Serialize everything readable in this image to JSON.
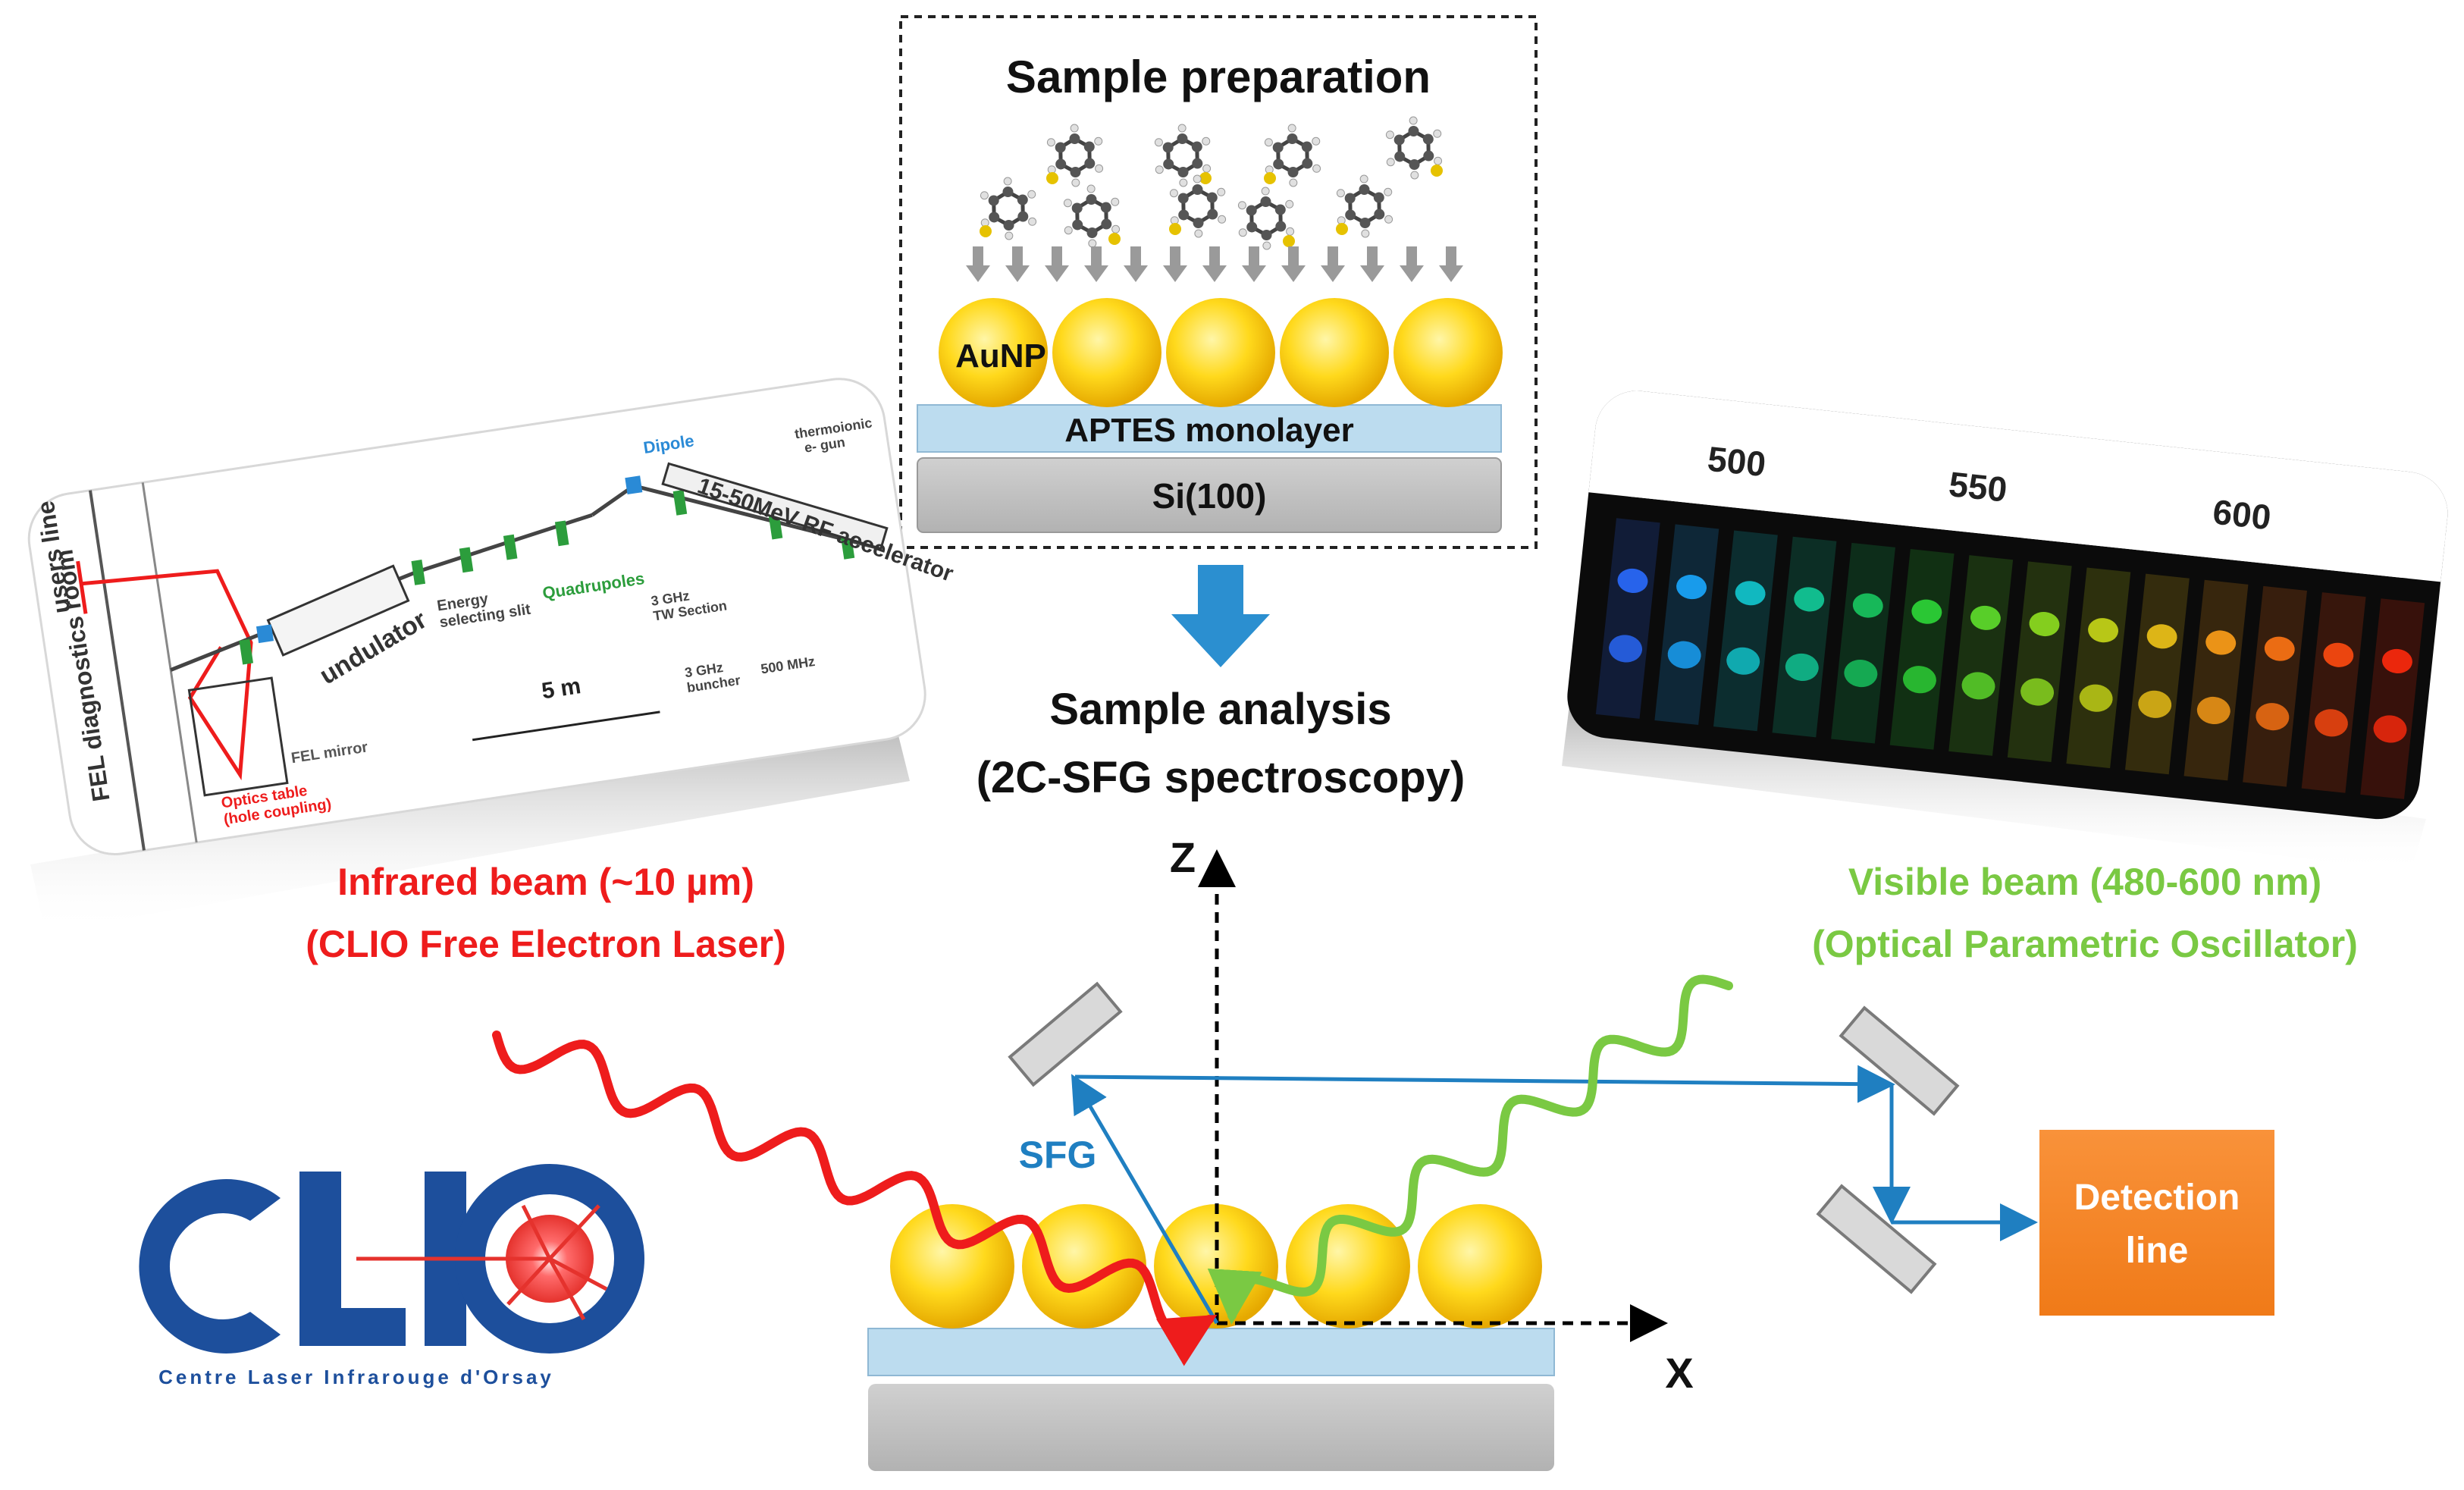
{
  "colors": {
    "infrared": "#ee1c1c",
    "visible": "#7ac943",
    "beam_path": "#1f7fc1",
    "gold": "#ffd21a",
    "aptes": "#bcdcef",
    "silicon": "#bfbfbf",
    "detection": "#f58220",
    "arrow": "#2b8fd0",
    "clio_blue": "#1d4f9c",
    "clio_red": "#e5322d"
  },
  "sample_prep": {
    "title": "Sample preparation",
    "aunp_label": "AuNP",
    "aptes_label": "APTES monolayer",
    "si_label": "Si(100)"
  },
  "analysis": {
    "line1": "Sample analysis",
    "line2": "(2C-SFG spectroscopy)"
  },
  "fel_schematic": {
    "labels": {
      "users_line": "users line",
      "fel_room": "FEL diagnostics room",
      "undulator": "undulator",
      "optics_table": "Optics table",
      "hole_coupling": "(hole coupling)",
      "fel_mirror": "FEL mirror",
      "energy_slit": "Energy",
      "selecting_slit": "selecting slit",
      "quadrupoles": "Quadrupoles",
      "dipole": "Dipole",
      "accelerator": "15-50MeV RF accelerator",
      "tw_section": "3 GHz",
      "tw_section2": "TW Section",
      "buncher": "3 GHz",
      "buncher2": "buncher",
      "mhz": "500 MHz",
      "thermionic": "thermoionic",
      "egun": "e- gun",
      "scale": "5 m"
    }
  },
  "spectrum": {
    "ticks": [
      "500",
      "550",
      "600"
    ]
  },
  "infrared_caption": {
    "line1": "Infrared beam (~10 µm)",
    "line2": "(CLIO Free Electron Laser)"
  },
  "visible_caption": {
    "line1": "Visible beam (480-600 nm)",
    "line2": "(Optical Parametric Oscillator)"
  },
  "axes": {
    "z": "Z",
    "x": "X"
  },
  "sfg_label": "SFG",
  "detection": {
    "line1": "Detection",
    "line2": "line"
  },
  "clio_logo": {
    "subtitle": "Centre Laser Infrarouge d'Orsay",
    "wordmark": "CLIO"
  }
}
